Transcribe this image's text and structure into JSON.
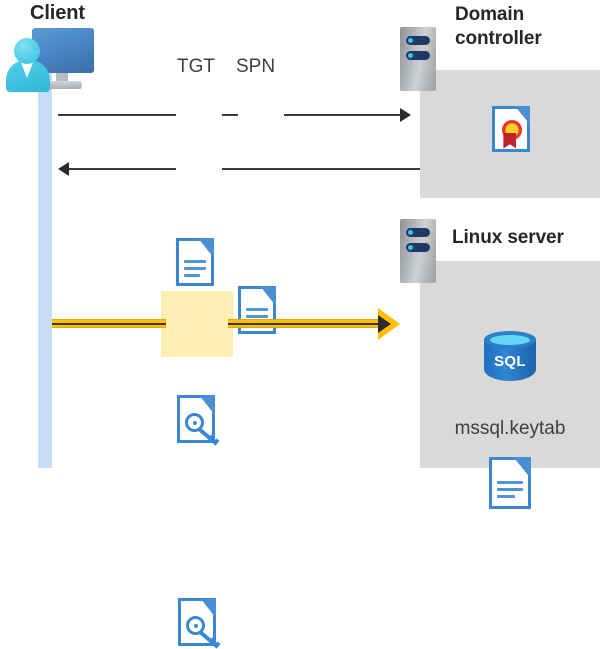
{
  "diagram": {
    "type": "sequence-flow",
    "title_client": "Client",
    "title_domain_controller": "Domain\ncontroller",
    "title_linux_server": "Linux server"
  },
  "labels": {
    "client": "Client",
    "domain_controller_line1": "Domain",
    "domain_controller_line2": "controller",
    "linux_server": "Linux server",
    "tgt": "TGT",
    "spn": "SPN",
    "sql": "SQL",
    "keytab_file": "mssql.keytab"
  },
  "icons": {
    "client": "client-workstation-icon",
    "rack_dc": "server-rack-icon",
    "rack_linux": "server-rack-icon",
    "tgt_doc": "document-icon",
    "spn_doc": "document-icon",
    "ticket_doc": "key-document-icon",
    "service_ticket_doc": "key-document-icon",
    "certificate": "certificate-document-icon",
    "database": "sql-database-icon",
    "keytab_doc": "document-icon"
  },
  "flows": [
    {
      "name": "request-tgt-spn",
      "direction": "client-to-dc",
      "style": "thin-black"
    },
    {
      "name": "issue-service-ticket",
      "direction": "dc-to-client",
      "style": "thin-black"
    },
    {
      "name": "present-ticket-to-linux",
      "direction": "client-to-linux",
      "style": "yellow-highlight"
    }
  ],
  "colors": {
    "panel": "#d9d9d9",
    "lifeline": "#c5ddf9",
    "highlight": "#fdeeb4",
    "flow_yellow": "#ffc000",
    "doc_blue": "#3b87d4",
    "text": "#262626"
  }
}
